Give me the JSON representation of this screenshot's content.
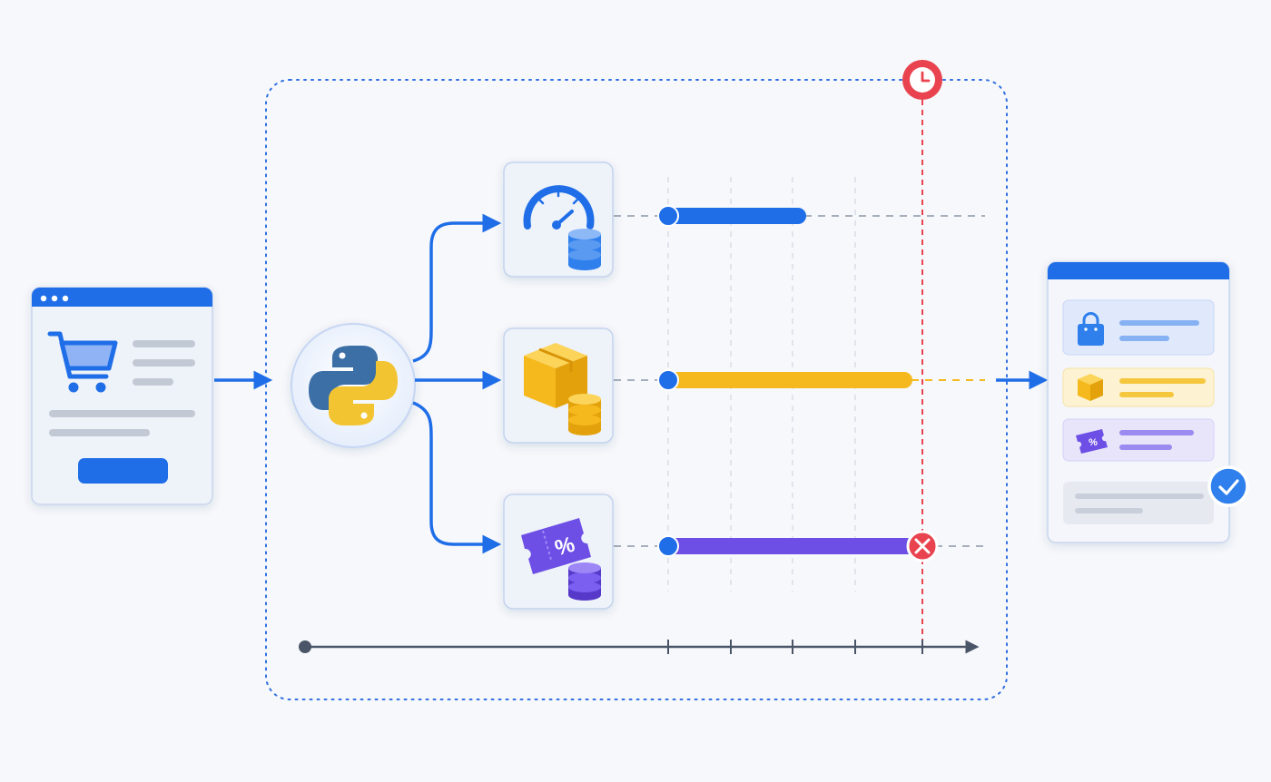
{
  "diagram": {
    "nodes": [
      {
        "id": "web-page",
        "kind": "checkout-page",
        "icon": "shopping-cart-icon"
      },
      {
        "id": "python",
        "kind": "orchestrator",
        "icon": "python-logo-icon"
      },
      {
        "id": "rate-service",
        "kind": "service",
        "icon": "speedometer-database-icon"
      },
      {
        "id": "inventory-service",
        "kind": "service",
        "icon": "package-database-icon"
      },
      {
        "id": "coupon-service",
        "kind": "service",
        "icon": "coupon-database-icon"
      },
      {
        "id": "result-panel",
        "kind": "result",
        "icon": "check-icon"
      }
    ],
    "timeline": {
      "ticks": 5,
      "timeout_marker": "clock-icon",
      "tasks": [
        {
          "service": "rate-service",
          "start": 0,
          "end": 0.42,
          "status": "completed",
          "color": "#1f6ee8"
        },
        {
          "service": "inventory-service",
          "start": 0,
          "end": 0.85,
          "status": "completed-late",
          "color": "#f5b91d"
        },
        {
          "service": "coupon-service",
          "start": 0,
          "end": 0.85,
          "status": "cancelled",
          "color": "#6d4fe6"
        }
      ]
    },
    "result": {
      "items": [
        {
          "icon": "shopping-bag-icon",
          "color": "#2f80ed"
        },
        {
          "icon": "package-icon",
          "color": "#f5b91d"
        },
        {
          "icon": "coupon-icon",
          "color": "#6d4fe6"
        },
        {
          "icon": "placeholder-row",
          "color": "#c9cfda"
        }
      ]
    },
    "colors": {
      "primary": "#1f6ee8",
      "timeout": "#e8434f",
      "amber": "#f5b91d",
      "violet": "#6d4fe6",
      "axis": "#4a5568"
    }
  }
}
